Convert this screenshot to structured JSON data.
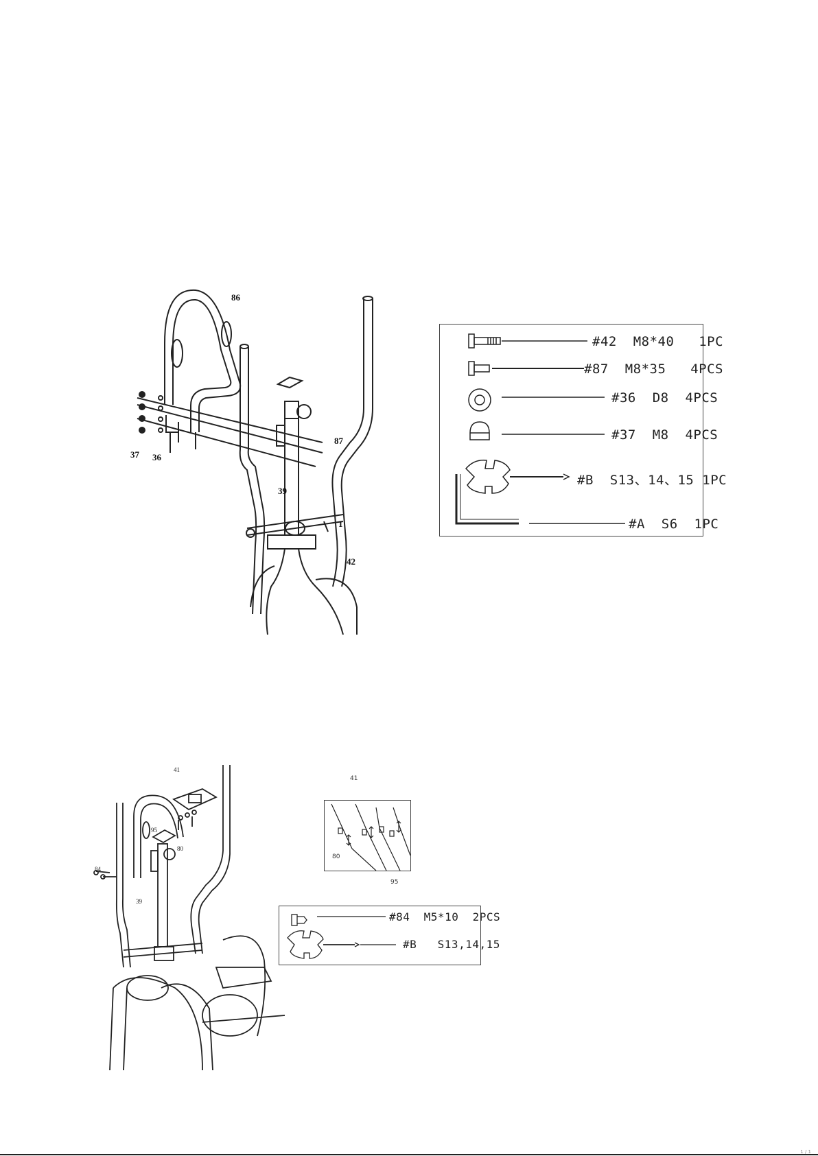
{
  "step1": {
    "parts": {
      "p86": "86",
      "p87": "87",
      "p37": "37",
      "p36": "36",
      "p39": "39",
      "p1": "1",
      "p42": "42"
    },
    "hardware": [
      {
        "label": "#42  M8*40   1PC",
        "icon": "bolt-threaded-icon"
      },
      {
        "label": "#87  M8*35   4PCS",
        "icon": "bolt-icon"
      },
      {
        "label": "#36  D8  4PCS",
        "icon": "washer-icon"
      },
      {
        "label": "#37  M8  4PCS",
        "icon": "acorn-nut-icon"
      },
      {
        "label": "#B  S13、14、15 1PC",
        "icon": "wrench-icon"
      },
      {
        "label": "#A  S6  1PC",
        "icon": "allen-key-icon"
      }
    ]
  },
  "step2": {
    "parts": {
      "p41": "41",
      "p95": "95",
      "p80": "80",
      "p84": "84",
      "p39": "39"
    },
    "detail": {
      "p41": "41",
      "p80": "80",
      "p95": "95"
    },
    "hardware": [
      {
        "label": "#84  M5*10  2PCS",
        "icon": "screw-icon"
      },
      {
        "label": "#B   S13,14,15",
        "icon": "wrench-icon"
      }
    ]
  },
  "footer": {
    "counter": "1 / 1"
  }
}
